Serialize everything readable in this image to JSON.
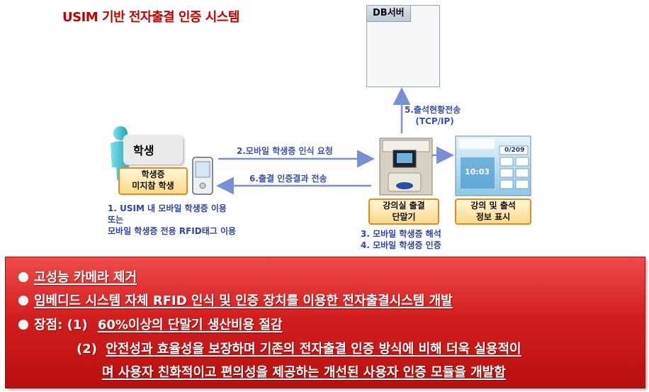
{
  "title": "USIM 기반 전자출결 인증 시스템",
  "db_server": {
    "label": "DB서버"
  },
  "flows": {
    "step5_line1": "5.출석현황전송",
    "step5_line2": "(TCP/IP)",
    "step2": "2.모바일 학생증 인식 요청",
    "step6": "6.출결 인증결과 전송"
  },
  "student": {
    "name": "학생",
    "box_line1": "학생증",
    "box_line2": "미지참 학생"
  },
  "terminal": {
    "line1": "강의실 출결",
    "line2": "단말기"
  },
  "display": {
    "line1": "강의 및 출석",
    "line2": "정보 표시",
    "screen_counter": "0/209",
    "screen_time": "10:03"
  },
  "note1": {
    "line1": "1. USIM 내 모바일 학생증 이용",
    "line2": "또는",
    "line3": "모바일 학생증 전용 RFID태그 이용"
  },
  "steps34": {
    "line1": "3. 모바일 학생증 해석",
    "line2": "4. 모바일 학생증 인증"
  },
  "panel": {
    "item1": "고성능 카메라 제거",
    "item2": "임베디드 시스템 자체 RFID 인식 및 인증 장치를 이용한 전자출결시스템 개발",
    "item3_prefix": "장점: (1)",
    "item3_text": "60%이상의 단말기 생산비용 절감",
    "item4_prefix": "(2)",
    "item4_text": "안전성과 효율성을 보장하며 기존의 전자출결 인증 방식에 비해 더욱 실용적이",
    "item5_text": "며 사용자 친화적이고 편의성을 제공하는 개선된 사용자 인증 모듈을 개발함"
  },
  "colors": {
    "title": "#c00000",
    "flow_label": "#3a4fb0",
    "arrow": "#7b8fd6",
    "panel": "#d41f1f",
    "box_border": "#e08a2a"
  }
}
